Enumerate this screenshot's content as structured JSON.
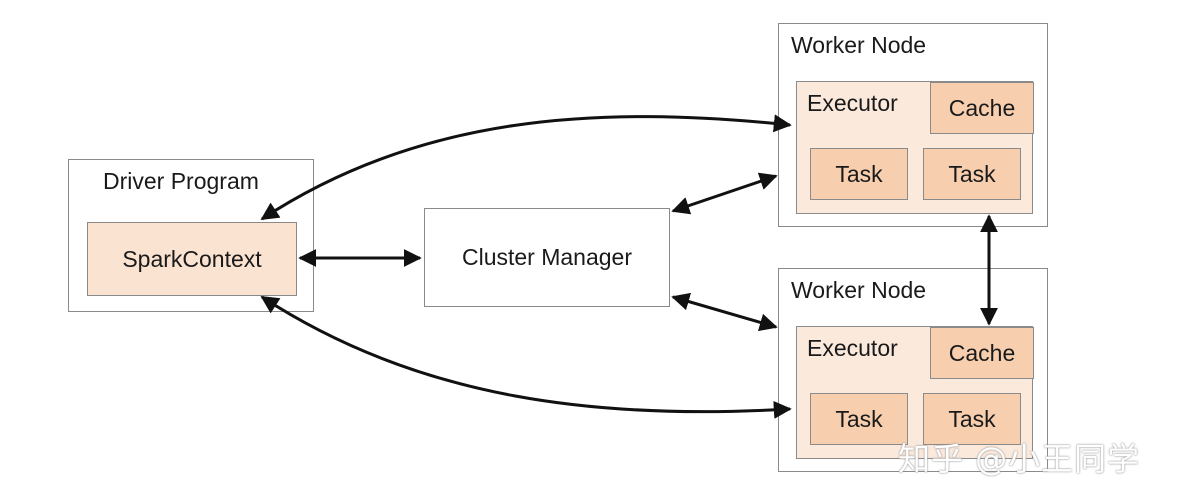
{
  "driver": {
    "title": "Driver Program",
    "context": "SparkContext"
  },
  "cluster_manager": {
    "label": "Cluster Manager"
  },
  "workers": [
    {
      "title": "Worker Node",
      "executor": "Executor",
      "cache": "Cache",
      "tasks": [
        "Task",
        "Task"
      ]
    },
    {
      "title": "Worker Node",
      "executor": "Executor",
      "cache": "Cache",
      "tasks": [
        "Task",
        "Task"
      ]
    }
  ],
  "watermark": "知乎 @小王同学",
  "colors": {
    "box_border": "#8a8a8a",
    "executor_fill": "#fbe9dc",
    "cell_fill": "#f7cfae",
    "arrow": "#111111"
  }
}
